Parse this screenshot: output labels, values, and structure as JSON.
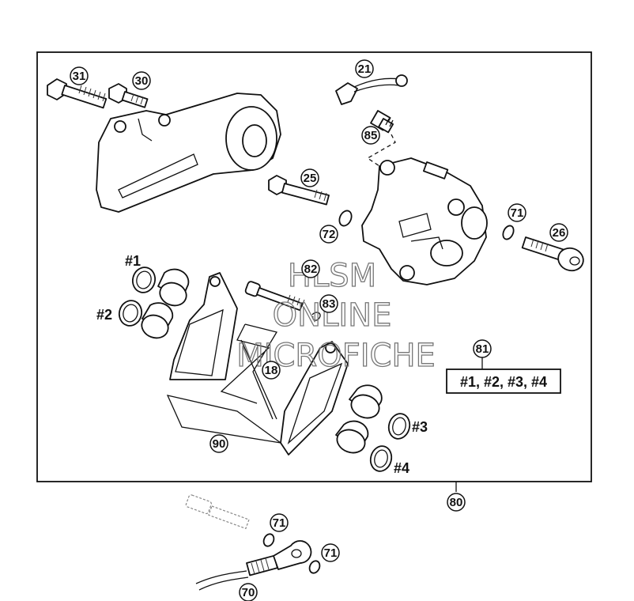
{
  "callouts": {
    "c31": "31",
    "c30": "30",
    "c21": "21",
    "c85": "85",
    "c25": "25",
    "c72": "72",
    "c71a": "71",
    "c26": "26",
    "c82": "82",
    "c83": "83",
    "c18": "18",
    "c81": "81",
    "c90": "90",
    "c80": "80",
    "c71b": "71",
    "c71c": "71",
    "c70": "70"
  },
  "refs": {
    "r1": "#1",
    "r2": "#2",
    "r3": "#3",
    "r4": "#4"
  },
  "kit_label": "#1, #2, #3, #4",
  "watermark": {
    "line1": "HLSM",
    "line2": "ONLINE",
    "line3": "MICROFICHE"
  }
}
